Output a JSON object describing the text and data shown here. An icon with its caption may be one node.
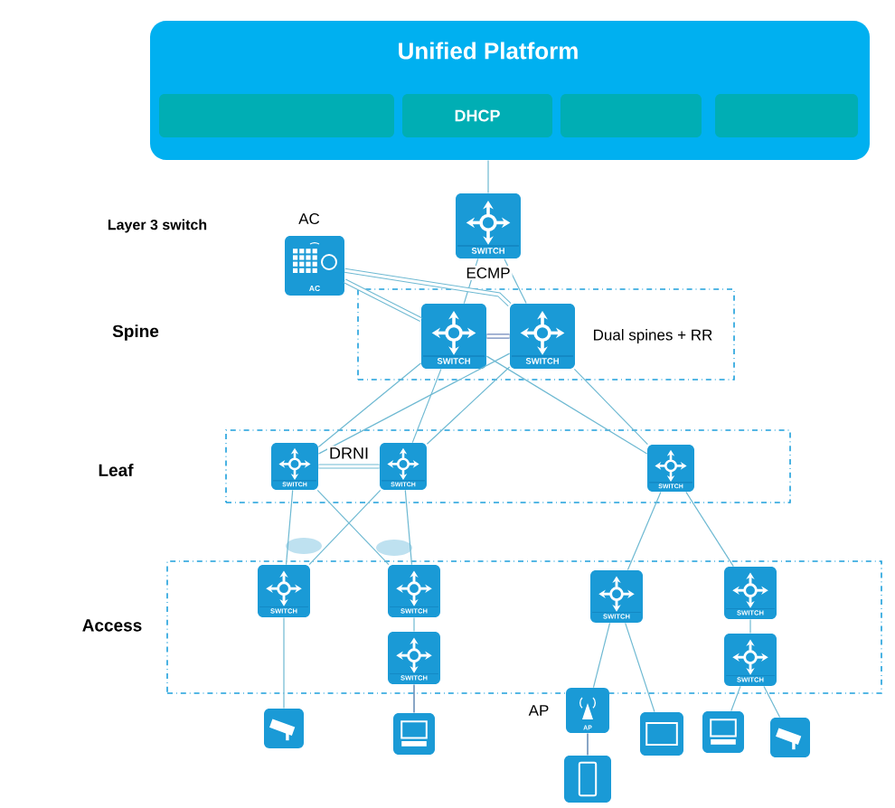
{
  "diagram": {
    "nodes": [
      {
        "text": [
          "Unified Platform"
        ]
      },
      {
        "text": [],
        "shape": "box",
        "in": 0
      },
      {
        "text": [
          "DHCP"
        ],
        "in": 0
      },
      {
        "text": [],
        "shape": "box",
        "in": 0
      },
      {
        "text": [],
        "shape": "box",
        "in": 0
      },
      {
        "text": [
          "SWITCH"
        ]
      },
      {
        "text": [
          "AC"
        ],
        "beside": [
          "AC"
        ]
      },
      {
        "text": [
          "Dual spines + RR"
        ]
      },
      {
        "text": [
          "SWITCH"
        ],
        "in": 7
      },
      {
        "text": [
          "SWITCH"
        ],
        "in": 7
      },
      {
        "text": [],
        "shape": "box"
      },
      {
        "text": [
          "SWITCH"
        ],
        "in": 10
      },
      {
        "text": [
          "SWITCH"
        ],
        "in": 10
      },
      {
        "text": [
          "SWITCH"
        ],
        "in": 10
      },
      {
        "text": [],
        "shape": "box"
      },
      {
        "text": [
          "SWITCH"
        ],
        "in": 14
      },
      {
        "text": [
          "SWITCH"
        ],
        "in": 14
      },
      {
        "text": [
          "SWITCH"
        ],
        "in": 14
      },
      {
        "text": [
          "SWITCH"
        ],
        "in": 14
      },
      {
        "text": [
          "SWITCH"
        ],
        "in": 14
      },
      {
        "text": [
          "SWITCH"
        ],
        "in": 14
      },
      {
        "text": [],
        "shape": "camera"
      },
      {
        "text": [],
        "shape": "computer"
      },
      {
        "text": [
          "AP"
        ],
        "beside": [
          "AP"
        ]
      },
      {
        "text": [],
        "shape": "phone"
      },
      {
        "text": [],
        "shape": "monitor"
      },
      {
        "text": [],
        "shape": "computer"
      },
      {
        "text": [],
        "shape": "camera"
      }
    ],
    "edges": [
      {
        "from": 0,
        "to": 5,
        "arrow": "none"
      },
      {
        "from": 5,
        "to": 8,
        "arrow": "none"
      },
      {
        "from": 5,
        "to": 9,
        "arrow": "none"
      },
      {
        "from": 6,
        "to": 8,
        "arrow": "none",
        "style": "thick"
      },
      {
        "from": 6,
        "to": 9,
        "arrow": "none",
        "style": "thick"
      },
      {
        "from": 8,
        "to": 9,
        "arrow": "none",
        "style": "thick",
        "color": "#4a6aa8"
      },
      {
        "from": 8,
        "to": 11,
        "arrow": "none"
      },
      {
        "from": 8,
        "to": 12,
        "arrow": "none"
      },
      {
        "from": 8,
        "to": 13,
        "arrow": "none"
      },
      {
        "from": 9,
        "to": 11,
        "arrow": "none"
      },
      {
        "from": 9,
        "to": 12,
        "arrow": "none"
      },
      {
        "from": 9,
        "to": 13,
        "arrow": "none"
      },
      {
        "from": 11,
        "to": 12,
        "arrow": "none",
        "style": "thick",
        "label": "DRNI"
      },
      {
        "from": 11,
        "to": 15,
        "arrow": "none"
      },
      {
        "from": 11,
        "to": 16,
        "arrow": "none"
      },
      {
        "from": 12,
        "to": 15,
        "arrow": "none"
      },
      {
        "from": 12,
        "to": 16,
        "arrow": "none"
      },
      {
        "from": 13,
        "to": 18,
        "arrow": "none"
      },
      {
        "from": 13,
        "to": 19,
        "arrow": "none"
      },
      {
        "from": 15,
        "to": 21,
        "arrow": "none"
      },
      {
        "from": 16,
        "to": 17,
        "arrow": "none"
      },
      {
        "from": 17,
        "to": 22,
        "arrow": "none",
        "color": "#3a6aa0"
      },
      {
        "from": 18,
        "to": 23,
        "arrow": "none"
      },
      {
        "from": 18,
        "to": 25,
        "arrow": "none"
      },
      {
        "from": 23,
        "to": 24,
        "arrow": "none",
        "color": "#3a6aa0"
      },
      {
        "from": 19,
        "to": 20,
        "arrow": "none"
      },
      {
        "from": 20,
        "to": 26,
        "arrow": "none"
      },
      {
        "from": 20,
        "to": 27,
        "arrow": "none"
      }
    ],
    "labels": [
      "Layer 3 switch",
      "ECMP",
      "Spine",
      "Leaf",
      "Access"
    ]
  }
}
